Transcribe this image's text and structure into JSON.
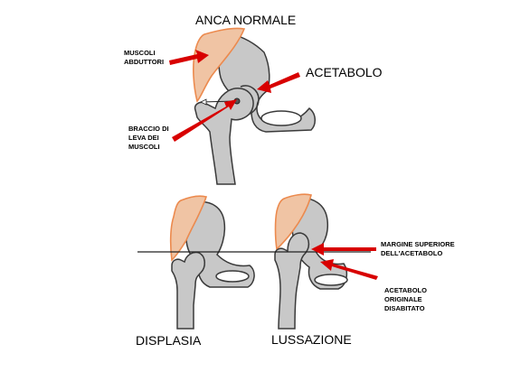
{
  "labels": {
    "top_title": "ANCA NORMALE",
    "muscles": [
      "MUSCOLI",
      "ABDUTTORI"
    ],
    "acetabulum": "ACETABOLO",
    "lever_arm": [
      "BRACCIO DI",
      "LEVA DEI",
      "MUSCOLI"
    ],
    "dysplasia": "DISPLASIA",
    "dislocation": "LUSSAZIONE",
    "upper_margin": [
      "MARGINE SUPERIORE",
      "DELL'ACETABOLO"
    ],
    "original_acetabulum": [
      "ACETABOLO",
      "ORIGINALE",
      "DISABITATO"
    ]
  },
  "colors": {
    "bone_fill": "#c8c8c8",
    "bone_stroke": "#3a3a3a",
    "muscle_fill": "#f0c4a4",
    "muscle_stroke": "#ec8a4e",
    "arrow": "#d80000",
    "line": "#222222"
  }
}
